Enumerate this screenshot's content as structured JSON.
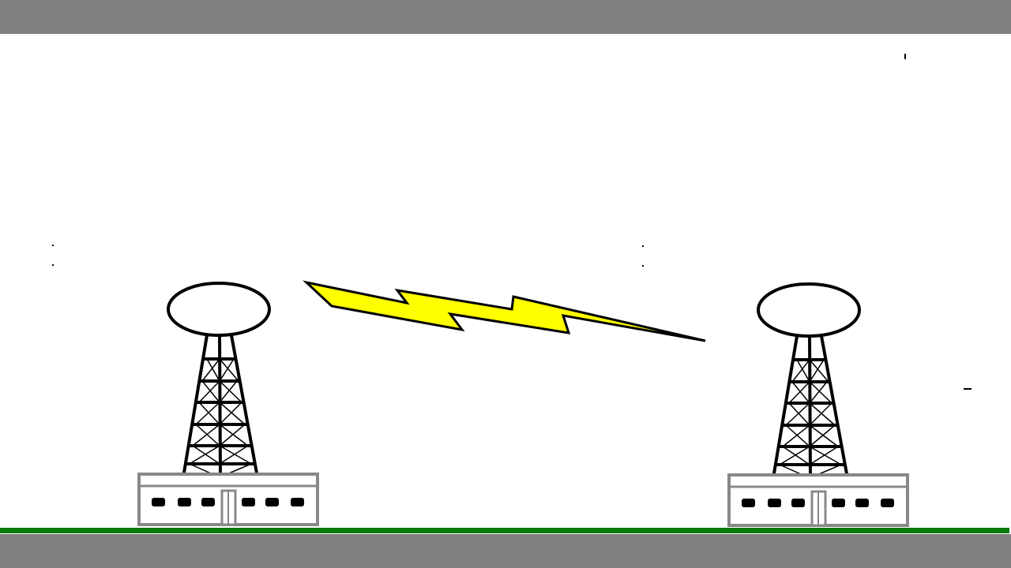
{
  "scene": {
    "towers": [
      {
        "id": "left-tower",
        "windows": 6
      },
      {
        "id": "right-tower",
        "windows": 6
      }
    ],
    "signal": "lightning-bolt",
    "colors": {
      "letterbox": "#808080",
      "background": "#ffffff",
      "bolt_fill": "#ffff00",
      "outline": "#000000",
      "building": "#888888",
      "ground": "#0a7a0a"
    }
  }
}
